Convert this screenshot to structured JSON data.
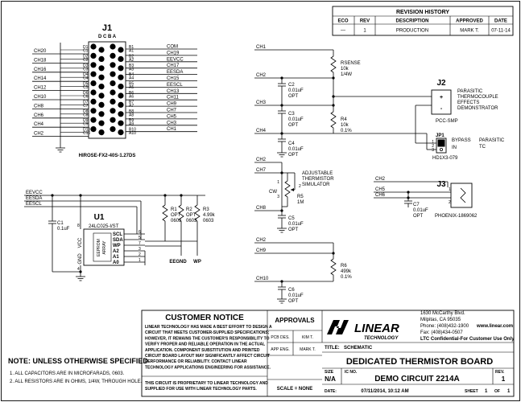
{
  "revision_history": {
    "title": "REVISION HISTORY",
    "headers": [
      "ECO",
      "REV",
      "DESCRIPTION",
      "APPROVED",
      "DATE"
    ],
    "row": [
      "—",
      "1",
      "PRODUCTION",
      "MARK T.",
      "07-11-14"
    ]
  },
  "j1": {
    "ref": "J1",
    "col_header": "D C B A",
    "part": "HIROSE-FX2-40S-1.27DS",
    "left_nets": [
      "CH20",
      "CH18",
      "CH16",
      "CH14",
      "CH12",
      "CH10",
      "CH8",
      "CH6",
      "CH4",
      "CH2"
    ],
    "right_nets": [
      "COM",
      "CH19",
      "EEVCC",
      "CH17",
      "EESDA",
      "CH15",
      "EESCL",
      "CH13",
      "CH11",
      "CH9",
      "CH7",
      "CH5",
      "CH3",
      "CH1"
    ],
    "d_pins": [
      "D1",
      "D2",
      "D3",
      "D4",
      "D5",
      "D6",
      "D7",
      "D8",
      "D9",
      "D10"
    ],
    "c_pins": [
      "C1",
      "C2",
      "C3",
      "C4",
      "C5",
      "C6",
      "C7",
      "C8",
      "C9",
      "C10"
    ],
    "b_pins": [
      "B1",
      "B2",
      "B3",
      "B4",
      "B5",
      "B6",
      "B7",
      "B8",
      "B9",
      "B10"
    ],
    "a_pins": [
      "A1",
      "A2",
      "A3",
      "A4",
      "A5",
      "A6",
      "A7",
      "A8",
      "A9",
      "A10"
    ]
  },
  "nets": {
    "ch1": "CH1",
    "ch2": "CH2",
    "ch3": "CH3",
    "ch4": "CH4",
    "ch5": "CH5",
    "ch6": "CH6",
    "ch7": "CH7",
    "ch8": "CH8",
    "ch9": "CH9",
    "ch10": "CH10",
    "eevcc": "EEVCC",
    "eesda": "EESDA",
    "eescl": "EESCL",
    "eegnd": "EEGND",
    "wp": "WP"
  },
  "components": {
    "rsense": {
      "ref": "RSENSE",
      "value": "10k",
      "rating": "1/4W"
    },
    "c2": {
      "ref": "C2",
      "value": "0.01uF",
      "opt": "OPT"
    },
    "c3": {
      "ref": "C3",
      "value": "0.01uF",
      "opt": "OPT"
    },
    "r4": {
      "ref": "R4",
      "value": "10k",
      "tol": "0.1%"
    },
    "c4": {
      "ref": "C4",
      "value": "0.01uF",
      "opt": "OPT"
    },
    "j2": {
      "ref": "J2",
      "part": "PCC-SMP",
      "plus": "+",
      "minus": "-",
      "note": [
        "PARASITIC",
        "THERMOCOUPLE",
        "EFFECTS",
        "DEMONSTRATOR"
      ]
    },
    "jp1": {
      "ref": "JP1",
      "part": "HD1X3-079",
      "pos1": "BYPASS",
      "pos2": "IN",
      "note": [
        "PARASITIC",
        "TC"
      ],
      "pins": [
        "1",
        "2",
        "3"
      ]
    },
    "r5": {
      "ref": "R5",
      "value": "1M",
      "cw": "CW",
      "note": [
        "ADJUSTABLE",
        "THERMISTOR",
        "SIMULATOR"
      ],
      "pins": [
        "1",
        "2",
        "3"
      ]
    },
    "c5": {
      "ref": "C5",
      "value": "0.01uF",
      "opt": "OPT"
    },
    "j3": {
      "ref": "J3",
      "part": "PHOENIX-1869062",
      "pins": [
        "1",
        "2"
      ]
    },
    "c7": {
      "ref": "C7",
      "value": "0.01uF",
      "opt": "OPT"
    },
    "r6": {
      "ref": "R6",
      "value": "499k",
      "tol": "0.1%"
    },
    "c6": {
      "ref": "C6",
      "value": "0.01uF",
      "opt": "OPT"
    },
    "c1": {
      "ref": "C1",
      "value": "0.1uF"
    },
    "u1": {
      "ref": "U1",
      "part": "24LC025-I/ST",
      "pins_left": {
        "vcc": "VCC",
        "gnd": "GND",
        "vcc_num": "8",
        "gnd_num": "4"
      },
      "pins_right": [
        {
          "name": "SCL",
          "num": "6"
        },
        {
          "name": "SDA",
          "num": "5"
        },
        {
          "name": "WP",
          "num": "7"
        },
        {
          "name": "A2",
          "num": "3"
        },
        {
          "name": "A1",
          "num": "2"
        },
        {
          "name": "A0",
          "num": "1"
        }
      ],
      "inner": "EEPROM",
      "inner2": "ARRAY"
    },
    "r1": {
      "ref": "R1",
      "opt": "OPT",
      "size": "0603"
    },
    "r2": {
      "ref": "R2",
      "opt": "OPT",
      "size": "0603"
    },
    "r3": {
      "ref": "R3",
      "value": "4.99k",
      "size": "0603"
    }
  },
  "notes": {
    "heading": "NOTE: UNLESS OTHERWISE SPECIFIED",
    "lines": [
      "1. ALL CAPACITORS ARE IN MICROFARADS, 0603.",
      "2. ALL RESISTORS ARE IN OHMS, 1/4W, THROUGH HOLE."
    ]
  },
  "customer_notice": {
    "title": "CUSTOMER NOTICE",
    "body": [
      "LINEAR TECHNOLOGY HAS MADE A BEST EFFORT TO DESIGN A",
      "CIRCUIT THAT MEETS CUSTOMER-SUPPLIED SPECIFICATIONS;",
      "HOWEVER, IT REMAINS THE CUSTOMER'S RESPONSIBILITY TO",
      "VERIFY PROPER AND RELIABLE OPERATION IN THE ACTUAL",
      "APPLICATION. COMPONENT SUBSTITUTION AND PRINTED",
      "CIRCUIT BOARD LAYOUT MAY SIGNIFICANTLY AFFECT CIRCUIT",
      "PERFORMANCE OR RELIABILITY. CONTACT LINEAR",
      "TECHNOLOGY APPLICATIONS ENGINEERING FOR ASSISTANCE."
    ],
    "footer": [
      "THIS CIRCUIT IS PROPRIETARY TO LINEAR TECHNOLOGY AND",
      "SUPPLIED FOR USE WITH LINEAR TECHNOLOGY PARTS."
    ]
  },
  "approvals": {
    "title": "APPROVALS",
    "rows": [
      [
        "PCB DES.",
        "KIM T."
      ],
      [
        "APP ENG.",
        "MARK T."
      ]
    ],
    "scale": "SCALE = NONE"
  },
  "company": {
    "logo_text": "LINEAR",
    "logo_sub": "TECHNOLOGY",
    "address": [
      "1630 McCarthy Blvd.",
      "Milpitas, CA 95035"
    ],
    "phone": "Phone: (408)432-1900",
    "web": "www.linear.com",
    "fax": "Fax: (408)434-0507",
    "confidential": "LTC Confidential-For Customer Use Only"
  },
  "title_block": {
    "title_label": "TITLE:",
    "title_sub": "SCHEMATIC",
    "title": "DEDICATED THERMISTOR BOARD",
    "size_label": "SIZE",
    "size": "N/A",
    "ic_label": "IC NO.",
    "ic": "DEMO CIRCUIT 2214A",
    "rev_label": "REV.",
    "rev": "1",
    "date_label": "DATE:",
    "date": "07/11/2014, 10:12 AM",
    "sheet_label": "SHEET",
    "sheet": "1",
    "of_label": "OF",
    "of": "1"
  }
}
